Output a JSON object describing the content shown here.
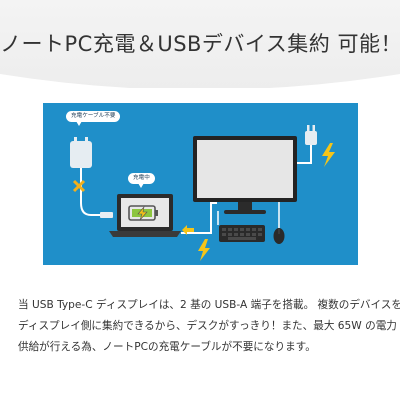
{
  "header": {
    "title": "ノートPC充電＆USBデバイス集約 可能！"
  },
  "diagram": {
    "bubbles": {
      "no_charger": "充電ケーブル不要",
      "charging": "充電中"
    }
  },
  "description": {
    "lines": [
      "当 USB Type-C ディスプレイは、2 基の USB-A 端子を搭載。 複数のデバイスを",
      "ディスプレイ側に集約できるから、デスクがすっきり！また、最大 65W の電力",
      "供給が行える為、ノートPCの充電ケーブルが不要になります。"
    ]
  },
  "colors": {
    "diagram_background": "#1f8fc9",
    "bolt": "#f5c518",
    "cross": "#f3b01c",
    "battery_green": "#8dc63f"
  }
}
